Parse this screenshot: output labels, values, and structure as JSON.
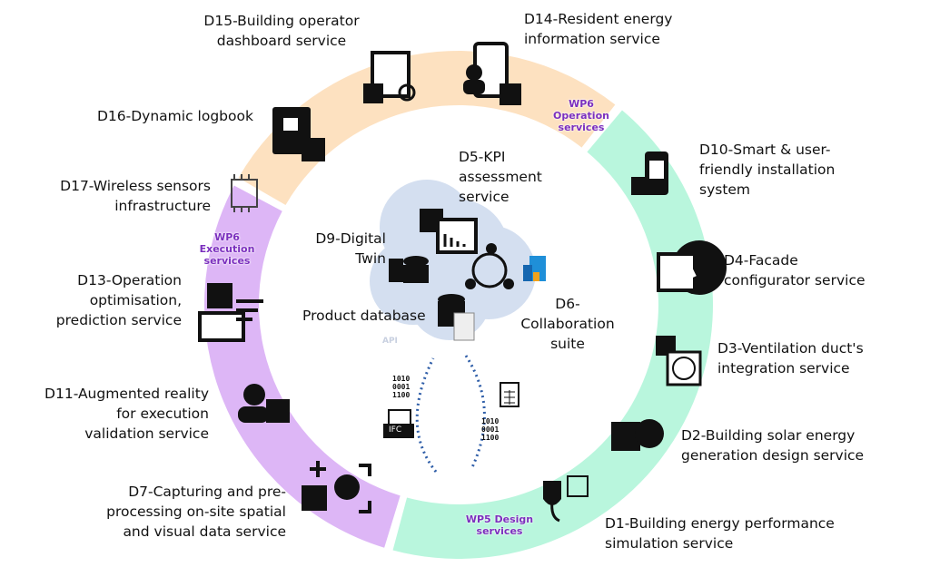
{
  "colors": {
    "operation": "#fde1c0",
    "design": "#b9f6dd",
    "execution": "#ddb6f6",
    "cloud": "#d4dff0",
    "arrow": "#2f5ea8",
    "wp_label": "#7b2fbe"
  },
  "groups": {
    "operation": "WP6 Operation\nservices",
    "execution": "WP6 Execution\nservices",
    "design": "WP5 Design\nservices"
  },
  "deliverables": {
    "d15": "D15-Building operator\ndashboard service",
    "d14": "D14-Resident energy\ninformation service",
    "d16": "D16-Dynamic logbook",
    "d17": "D17-Wireless sensors\ninfrastructure",
    "d10": "D10-Smart & user-\nfriendly installation\nsystem",
    "d4": "D4-Facade\nconfigurator service",
    "d3": "D3-Ventilation duct's\nintegration service",
    "d2": "D2-Building solar energy\ngeneration design service",
    "d1": "D1-Building energy performance\nsimulation service",
    "d13": "D13-Operation\noptimisation,\nprediction service",
    "d11": "D11-Augmented reality\nfor execution\nvalidation service",
    "d7": "D7-Capturing and pre-\nprocessing on-site spatial\nand visual data service"
  },
  "core": {
    "d5": "D5-KPI\nassessment\nservice",
    "d9": "D9-Digital\nTwin",
    "d6": "D6-\nCollaboration\nsuite",
    "product_db": "Product database",
    "api": "API",
    "ifc": "IFC",
    "binary": "1010\n0001\n1100"
  }
}
